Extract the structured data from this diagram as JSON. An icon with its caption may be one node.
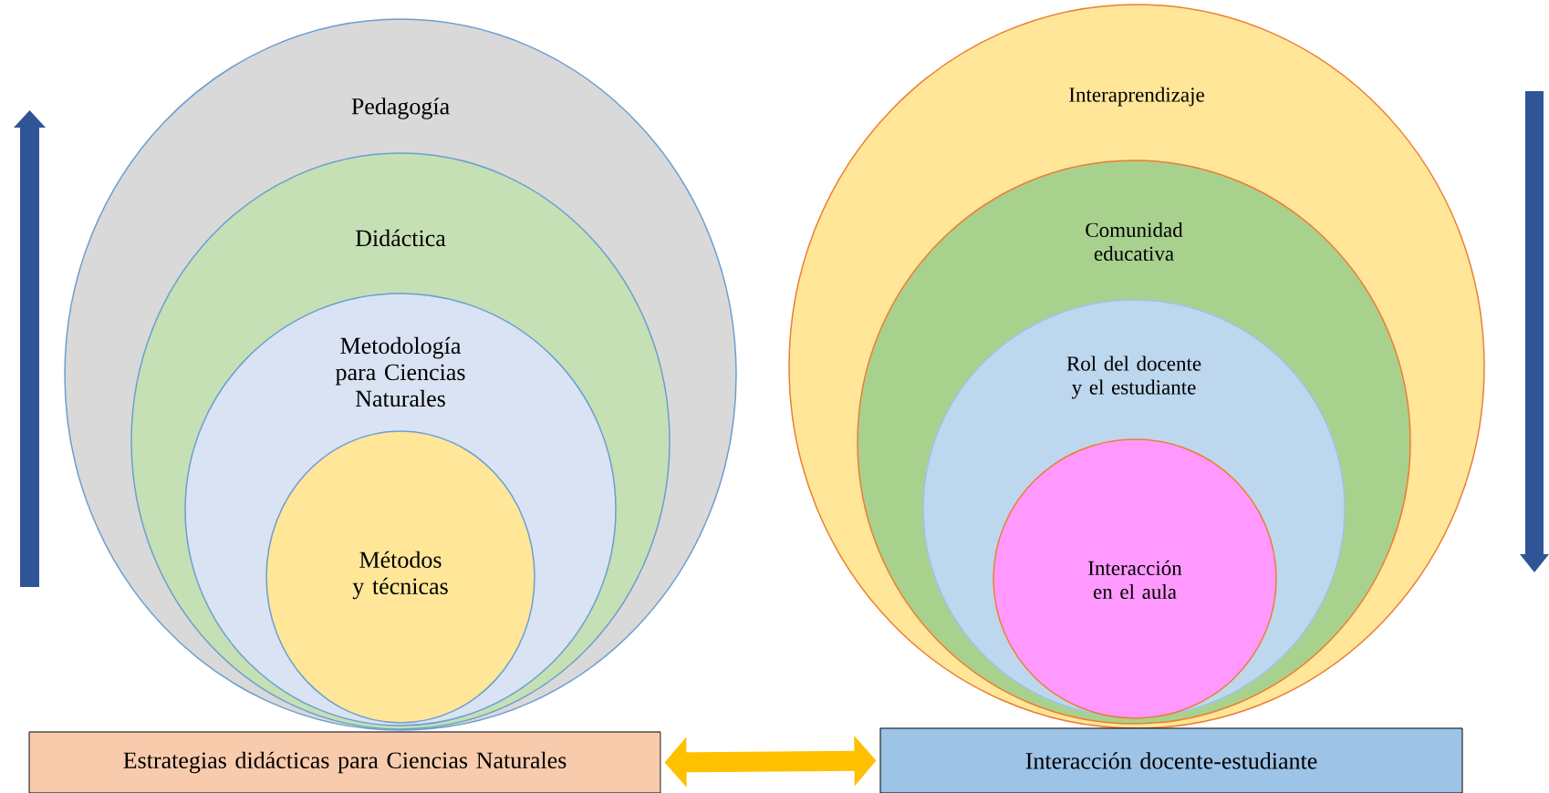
{
  "diagram": {
    "nodes": [
      {
        "text": [
          "Pedagogía"
        ]
      },
      {
        "text": [
          "Didáctica"
        ],
        "in": 0
      },
      {
        "text": [
          "Metodología para Ciencias Naturales"
        ],
        "in": 1
      },
      {
        "text": [
          "Métodos y técnicas"
        ],
        "in": 2
      },
      {
        "text": [
          "Interaprendizaje"
        ]
      },
      {
        "text": [
          "Comunidad educativa"
        ],
        "in": 4
      },
      {
        "text": [
          "Rol del docente y el estudiante"
        ],
        "in": 5
      },
      {
        "text": [
          "Interacción en el aula"
        ],
        "in": 6
      },
      {
        "text": [
          "Estrategias didácticas para Ciencias Naturales"
        ]
      },
      {
        "text": [
          "Interacción docente-estudiante"
        ]
      }
    ],
    "edges": [
      {
        "from": 8,
        "to": 9,
        "arrow": "both"
      }
    ]
  }
}
